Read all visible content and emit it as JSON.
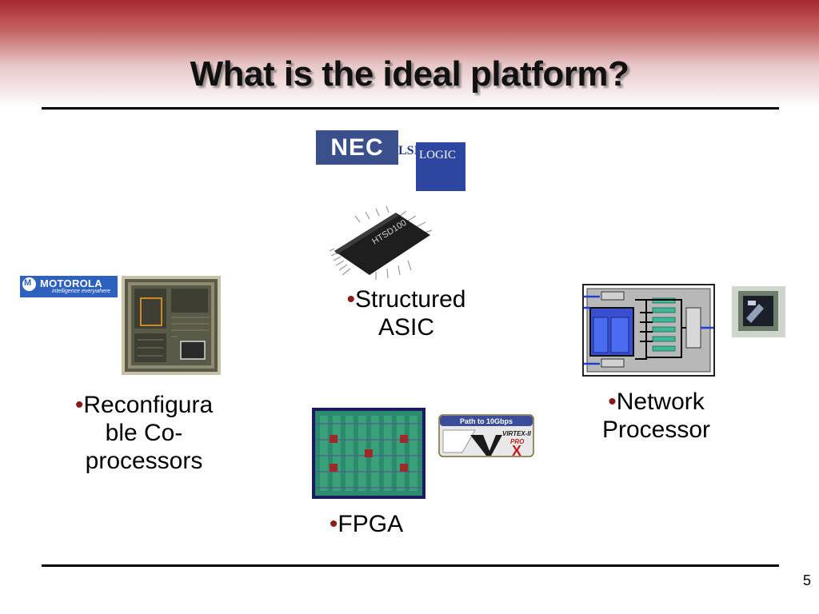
{
  "slide": {
    "title": "What is the ideal platform?",
    "page_number": "5"
  },
  "logos": {
    "nec": "NEC",
    "lsi_prefix": "LSI",
    "lsi_logic": "LOGIC",
    "motorola_name": "MOTOROLA",
    "motorola_tagline": "intelligence everywhere",
    "asic_chip_marking": "HTSD100",
    "virtex_caption": "Path to 10Gbps",
    "virtex_brand": "VIRTEX-II",
    "virtex_pro": "PRO",
    "virtex_x": "X"
  },
  "items": {
    "structured_asic": {
      "line1": "Structured",
      "line2": "ASIC"
    },
    "reconfigurable": {
      "line1": "Reconfigura",
      "line2": "ble Co-",
      "line3": "processors"
    },
    "network_processor": {
      "line1": "Network",
      "line2": "Processor"
    },
    "fpga": {
      "line1": "FPGA"
    }
  },
  "colors": {
    "title_band": "#a8282e",
    "bullet": "#8b1a1a",
    "nec_blue": "#3a4f8c",
    "lsi_blue": "#2d47a0",
    "motorola_blue": "#2e60c0"
  }
}
